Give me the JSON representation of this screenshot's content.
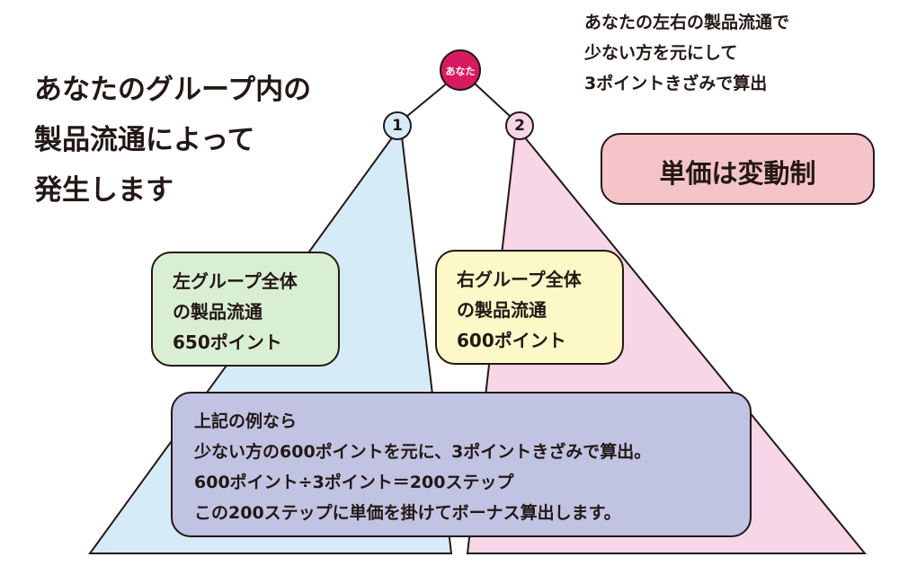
{
  "title_lines": [
    "あなたのグループ内の",
    "製品流通によって",
    "発生します"
  ],
  "note_lines": [
    "あなたの左右の製品流通で",
    "少ない方を元にして",
    "3ポイントきざみで算出"
  ],
  "price_badge": "単価は変動制",
  "nodes": {
    "you": "あなた",
    "left": "1",
    "right": "2"
  },
  "left_group": [
    "左グループ全体",
    "の製品流通",
    "650ポイント"
  ],
  "right_group": [
    "右グループ全体",
    "の製品流通",
    "600ポイント"
  ],
  "example_lines": [
    "上記の例なら",
    "少ない方の600ポイントを元に、3ポイントきざみで算出。",
    "600ポイント÷3ポイント＝200ステップ",
    "この200ステップに単価を掛けてボーナス算出します。"
  ],
  "colors": {
    "you": "#d81b60",
    "left": "#d6ebf8",
    "right": "#f7d6e8",
    "left_box": "#d9efd3",
    "right_box": "#fdf8c8",
    "example_box": "#c0c3e2",
    "badge": "#f4c4c8"
  }
}
